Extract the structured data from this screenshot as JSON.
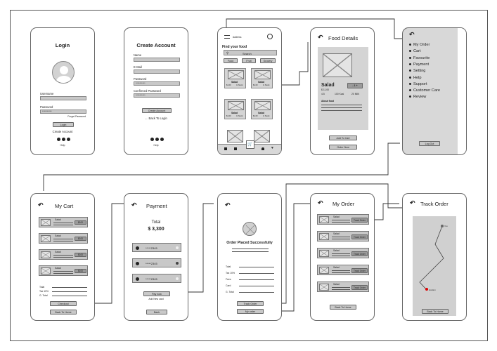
{
  "login": {
    "title": "Login",
    "username_label": "Username",
    "password_label": "Password",
    "password_value": "**********",
    "forgot": "Forget Password",
    "login_btn": "Login",
    "create": "Create Account",
    "help": "Help"
  },
  "create": {
    "title": "Create Account",
    "name": "Name",
    "email": "E-Mail",
    "password": "Password",
    "password_value": "**********",
    "confirm": "Confirmed Password",
    "confirm_value": "**********",
    "btn": "Create Account",
    "back": "← Back To Login",
    "help": "Help"
  },
  "home": {
    "addr": "Address",
    "heading": "Find your food",
    "search": "Search",
    "chips": [
      "Food",
      "Fruit",
      "Grocery"
    ],
    "card_name": "Salad",
    "card_price": "$1.00",
    "card_stock": "In Stock"
  },
  "details": {
    "title": "Food Details",
    "name": "Salad",
    "price": "$ 11.00",
    "qty": "- 1 +",
    "r1": "4.5",
    "r2": "100 Kcal",
    "r3": "20 MIN",
    "about": "About food",
    "add": "Add To Cart",
    "order": "Order Now"
  },
  "menu": {
    "items": [
      "My Order",
      "Cart",
      "Favourite",
      "Payment",
      "Setting",
      "Help",
      "Support",
      "Customer Care",
      "Review"
    ],
    "logout": "Log Out"
  },
  "cart": {
    "title": "My Cart",
    "item": "Salad",
    "price": "$100",
    "total": "Total",
    "tax": "Tax 10%",
    "gtotal": "G. Total",
    "checkout": "Checkout",
    "home": "Back To Home"
  },
  "payment": {
    "title": "Payment",
    "total_label": "Total",
    "total_value": "$ 3,300",
    "card": "*****2345",
    "pay": "Pay now",
    "add": "Add New card",
    "back": "Back"
  },
  "placed": {
    "title": "Order Placed Successfully",
    "rows": [
      "Total",
      "Tax 10%",
      "Fees",
      "Card",
      "G. Total"
    ],
    "track": "Track Order",
    "myorder": "My order"
  },
  "myorder": {
    "title": "My Order",
    "item": "Salad",
    "track": "Track Order",
    "home": "Back To Home"
  },
  "track": {
    "title": "Track Order",
    "you": "You",
    "location": "location",
    "home": "Back To Home"
  }
}
